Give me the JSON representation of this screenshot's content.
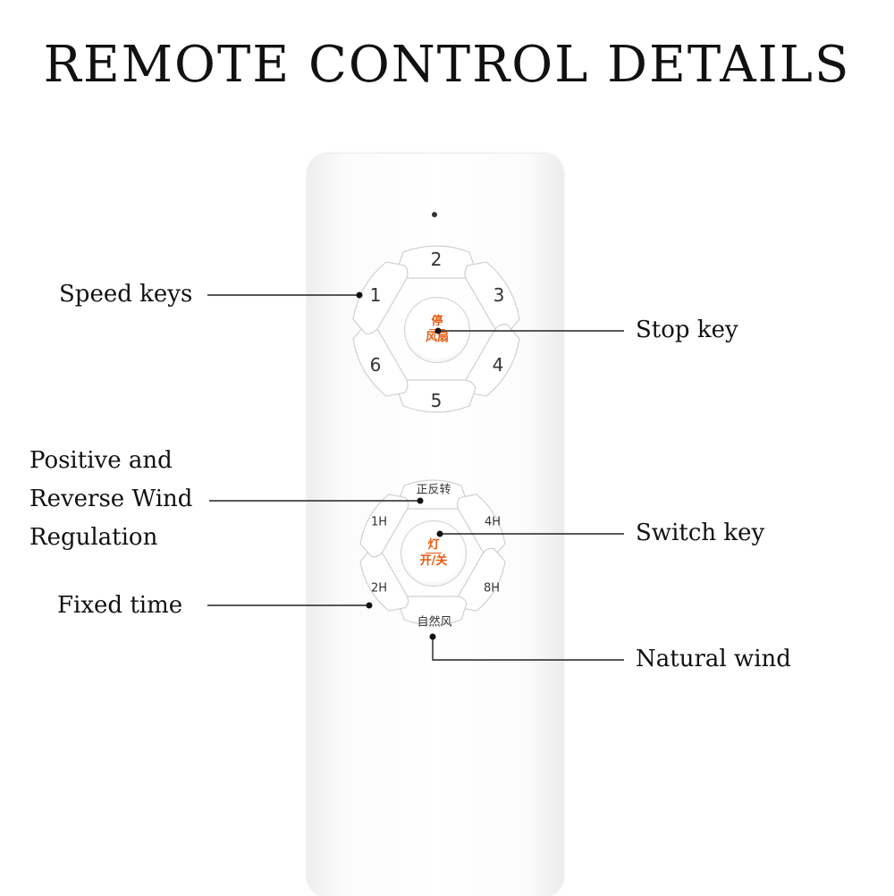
{
  "title": "REMOTE CONTROL DETAILS",
  "speed_keys": [
    "1",
    "2",
    "3",
    "4",
    "5",
    "6"
  ],
  "stop_key": {
    "line1": "停",
    "line2": "风扇"
  },
  "function_keys": {
    "reverse": "正反转",
    "timer_1h": "1H",
    "timer_2h": "2H",
    "timer_4h": "4H",
    "timer_8h": "8H",
    "natural": "自然风"
  },
  "switch_key": {
    "line1": "灯",
    "line2": "开/关"
  },
  "labels": {
    "speed_keys": "Speed keys",
    "stop_key": "Stop key",
    "positive_reverse": [
      "Positive and",
      "Reverse Wind",
      "Regulation"
    ],
    "switch_key": "Switch key",
    "fixed_time": "Fixed time",
    "natural_wind": "Natural wind"
  },
  "colors": {
    "accent": "#e85a12",
    "line": "#222222",
    "key_border": "#d0d0d0"
  }
}
